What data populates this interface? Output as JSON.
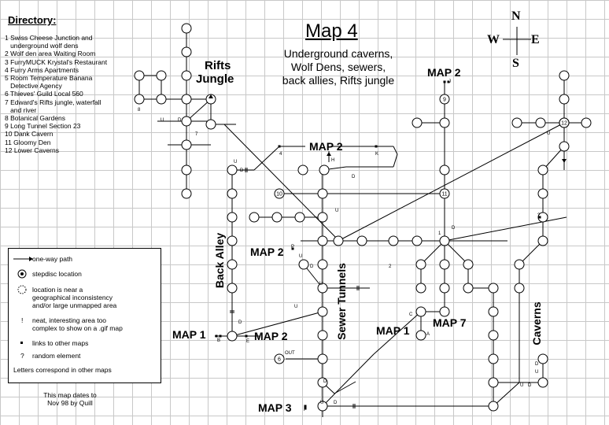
{
  "directory": {
    "title": "Directory:",
    "items": [
      "1 Swiss Cheese Junction and",
      "   underground wolf dens",
      "2 Wolf den area Waiting Room",
      "3 FurryMUCK Krystal's Restaurant",
      "4 Furry Arms Apartments",
      "5 Room Temperature Banana",
      "   Detective Agency",
      "6 Thieves' Guild Local 560",
      "7 Edward's Rifts jungle, waterfall",
      "   and river",
      "8 Botanical Gardens",
      "9 Long Tunnel Section 23",
      "10 Dank Cavern",
      "11 Gloomy Den",
      "12 Lower Caverns"
    ]
  },
  "title": "Map 4",
  "subtitle": [
    "Underground caverns,",
    "Wolf Dens,  sewers,",
    "back allies, Rifts jungle"
  ],
  "compass": {
    "n": "N",
    "s": "S",
    "e": "E",
    "w": "W"
  },
  "regions": {
    "rifts_jungle": [
      "Rifts",
      "Jungle"
    ],
    "back_alley": "Back  Alley",
    "sewer_tunnels": "Sewer Tunnels",
    "caverns": "Caverns"
  },
  "links": {
    "map2_top": "MAP 2",
    "map2_center": "MAP 2",
    "map2_left": "MAP 2",
    "map2_bottom": "MAP 2",
    "map1_left": "MAP 1",
    "map1_center": "MAP 1",
    "map7": "MAP 7",
    "map3": "MAP 3"
  },
  "letters": {
    "j": "J",
    "h": "H",
    "k": "K",
    "p": "P",
    "b": "B",
    "e": "E",
    "f": "F",
    "c": "C",
    "a": "A",
    "out": "OUT",
    "q": "?",
    "u": "U",
    "d": "D"
  },
  "numbers": {
    "n1": "1",
    "n2": "2",
    "n4": "4",
    "n7": "7",
    "n8": "8",
    "n9": "9",
    "n10": "10",
    "n11": "11",
    "n12": "12",
    "n6": "6"
  },
  "legend": {
    "items": [
      {
        "text": [
          "one-way path"
        ]
      },
      {
        "text": [
          "stepdisc location"
        ]
      },
      {
        "text": [
          "location is near a",
          "geographical inconsistency",
          "and/or large unmapped area"
        ]
      },
      {
        "sym": "!",
        "text": [
          "neat, interesting area too",
          "complex to show on a .gif map"
        ]
      },
      {
        "text": [
          "links to other maps"
        ]
      },
      {
        "sym": "?",
        "text": [
          "random element"
        ]
      },
      {
        "text": [
          "Letters correspond in other maps"
        ]
      }
    ]
  },
  "note": [
    "This map dates to",
    "Nov 98 by Quill"
  ]
}
